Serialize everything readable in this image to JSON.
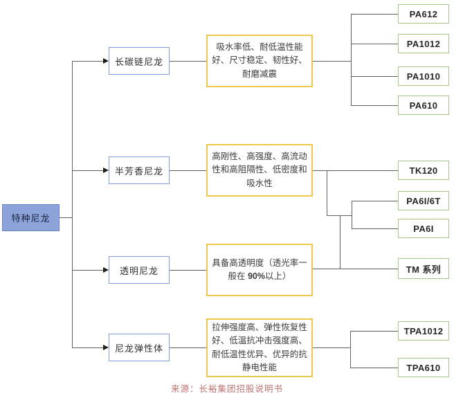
{
  "diagram": {
    "root": {
      "label": "特种尼龙"
    },
    "branches": [
      {
        "category": "长碳链尼龙",
        "description": "吸水率低、耐低温性能好、尺寸稳定、韧性好、耐磨减震",
        "products": [
          "PA612",
          "PA1012",
          "PA1010",
          "PA610"
        ]
      },
      {
        "category": "半芳香尼龙",
        "description": "高刚性、高强度、高流动性和高阻隔性、低密度和吸水性",
        "products": [
          "TK120",
          "PA6I/6T",
          "PA6I"
        ]
      },
      {
        "category": "透明尼龙",
        "description_pre": "具备高透明度（透光率一般在 ",
        "description_bold": "90%",
        "description_post": "以上）",
        "products": [
          "TM 系列"
        ]
      },
      {
        "category": "尼龙弹性体",
        "description": "拉伸强度高、弹性恢复性好、低温抗冲击强度高、耐低温性优异、优异的抗静电性能",
        "products": [
          "TPA1012",
          "TPA610"
        ]
      }
    ],
    "caption": "来源：长裕集团招股说明书"
  },
  "colors": {
    "root_fill": "#8da4da",
    "root_border": "#6b83c4",
    "category_border": "#7f9ed6",
    "description_border": "#edc64b",
    "product_border": "#a3c585",
    "connector": "#5e5e5e",
    "arrowhead": "#1c1c1c",
    "caption_text": "#bf7370"
  }
}
